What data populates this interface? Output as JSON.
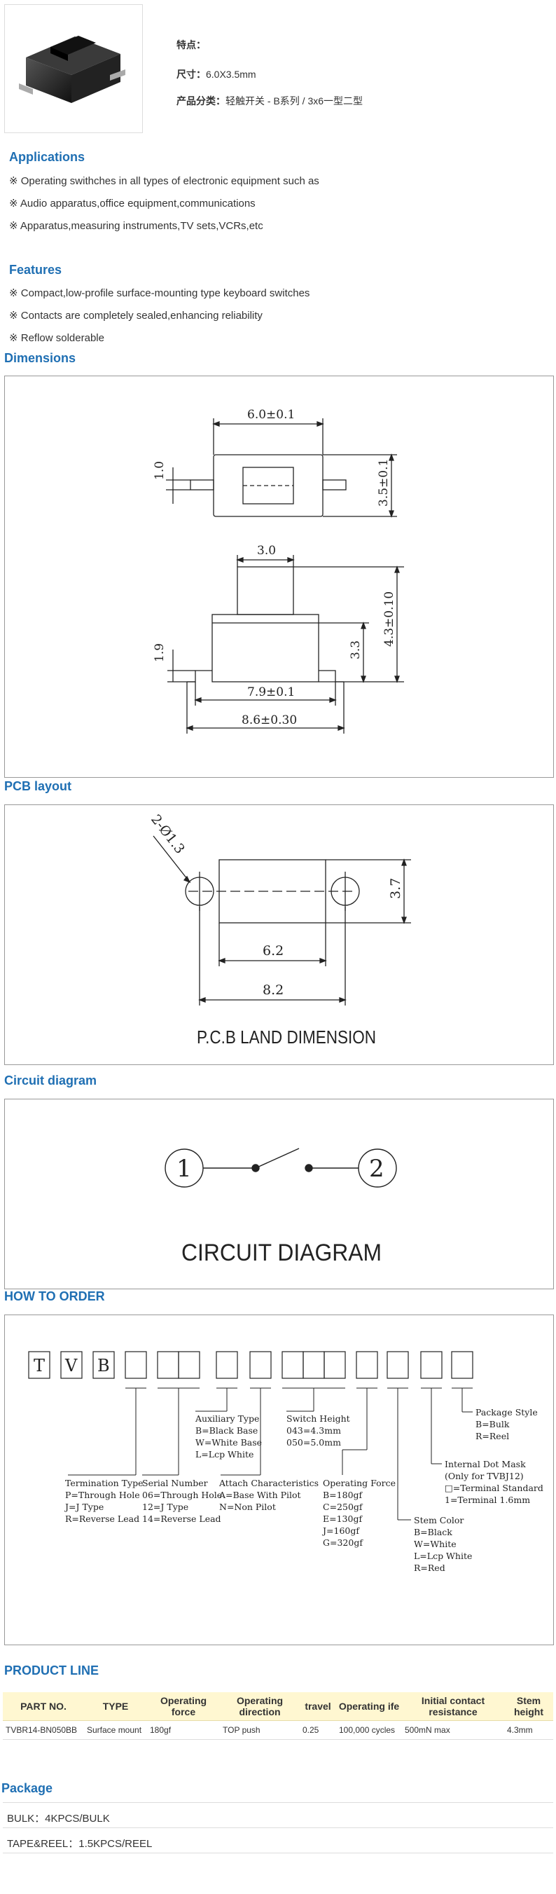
{
  "product": {
    "features_label": "特点：",
    "size_label": "尺寸：",
    "size_value": "6.0X3.5mm",
    "category_label": "产品分类：",
    "category_value": "轻触开关 - B系列 / 3x6一型二型"
  },
  "applications": {
    "title": "Applications",
    "items": [
      "※ Operating swithches in all types of electronic equipment such as",
      "※ Audio apparatus,office equipment,communications",
      "※ Apparatus,measuring instruments,TV sets,VCRs,etc"
    ]
  },
  "features": {
    "title": "Features",
    "items": [
      "※ Compact,low-profile surface-mounting type keyboard switches",
      "※ Contacts are completely sealed,enhancing reliability",
      "※ Reflow solderable"
    ]
  },
  "dimensions": {
    "title": "Dimensions",
    "dim_width": "6.0±0.1",
    "dim_left": "1.0",
    "dim_height": "3.5±0.1",
    "dim_stem": "3.0",
    "dim_leg": "1.9",
    "dim_body_h": "3.3",
    "dim_total_h": "4.3±0.10",
    "dim_foot": "7.9±0.1",
    "dim_total_w": "8.6±0.30"
  },
  "pcb": {
    "title": "PCB layout",
    "hole": "2-Ø1.3",
    "pitch_h": "3.7",
    "inner": "6.2",
    "outer": "8.2",
    "caption": "P.C.B LAND DIMENSION"
  },
  "circuit": {
    "title": "Circuit diagram",
    "pin1": "1",
    "pin2": "2",
    "caption": "CIRCUIT DIAGRAM"
  },
  "order": {
    "title": "HOW TO ORDER",
    "letters": [
      "T",
      "V",
      "B"
    ],
    "termination": [
      "Termination Type",
      "P=Through Hole",
      "J=J Type",
      "R=Reverse Lead"
    ],
    "serial": [
      "Serial Number",
      "06=Through Hole",
      "12=J Type",
      "14=Reverse Lead"
    ],
    "auxiliary": [
      "Auxiliary Type",
      "B=Black Base",
      "W=White Base",
      "L=Lcp White"
    ],
    "attach": [
      "Attach Characteristics",
      "A=Base With Pilot",
      "N=Non Pilot"
    ],
    "switch_height": [
      "Switch Height",
      "043=4.3mm",
      "050=5.0mm"
    ],
    "force": [
      "Operating Force",
      "B=180gf",
      "C=250gf",
      "E=130gf",
      "J=160gf",
      "G=320gf"
    ],
    "stem_color": [
      "Stem Color",
      "B=Black",
      "W=White",
      "L=Lcp White",
      "R=Red"
    ],
    "dot_mark": [
      "Internal Dot Mask",
      "(Only for TVBJ12)",
      "□=Terminal Standard",
      "1=Terminal 1.6mm"
    ],
    "package_style": [
      "Package Style",
      "B=Bulk",
      "R=Reel"
    ]
  },
  "product_line": {
    "title": "PRODUCT LINE",
    "headers": [
      "PART NO.",
      "TYPE",
      "Operating force",
      "Operating direction",
      "travel",
      "Operating ife",
      "Initial contact resistance",
      "Stem height"
    ],
    "rows": [
      [
        "TVBR14-BN050BB",
        "Surface mount",
        "180gf",
        "TOP push",
        "0.25",
        "100,000 cycles",
        "500mN max",
        "4.3mm"
      ]
    ]
  },
  "package": {
    "title": "Package",
    "items": [
      "BULK：4KPCS/BULK",
      "TAPE&REEL：1.5KPCS/REEL"
    ]
  }
}
